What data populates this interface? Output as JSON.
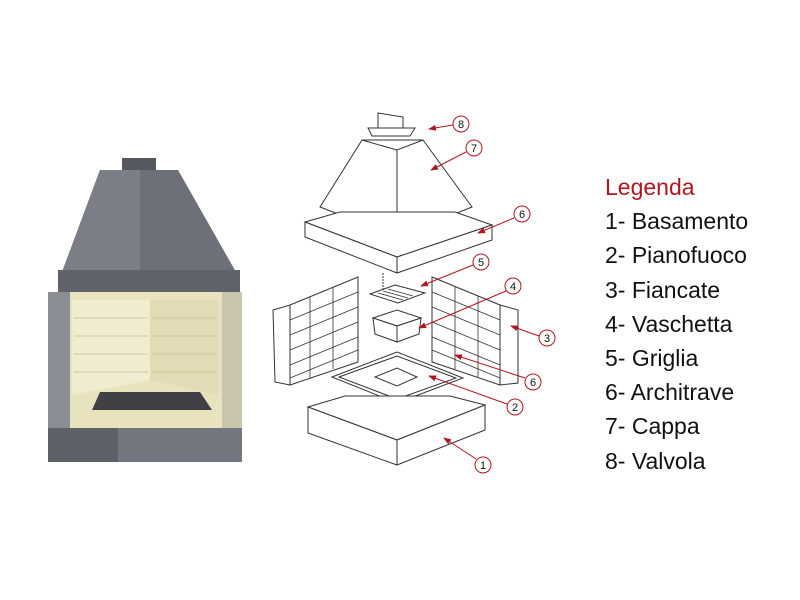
{
  "legend": {
    "title": "Legenda",
    "items": [
      {
        "number": "1",
        "label": "1- Basamento"
      },
      {
        "number": "2",
        "label": "2- Pianofuoco"
      },
      {
        "number": "3",
        "label": "3- Fiancate"
      },
      {
        "number": "4",
        "label": "4- Vaschetta"
      },
      {
        "number": "5",
        "label": "5- Griglia"
      },
      {
        "number": "6",
        "label": "6- Architrave"
      },
      {
        "number": "7",
        "label": "7- Cappa"
      },
      {
        "number": "8",
        "label": "8- Valvola"
      }
    ]
  },
  "callouts": [
    "8",
    "7",
    "6",
    "5",
    "4",
    "3",
    "6",
    "2",
    "1"
  ],
  "colors": {
    "accent": "#b01620",
    "stone": "#6b6e76",
    "firebrick": "#efe9c4"
  }
}
